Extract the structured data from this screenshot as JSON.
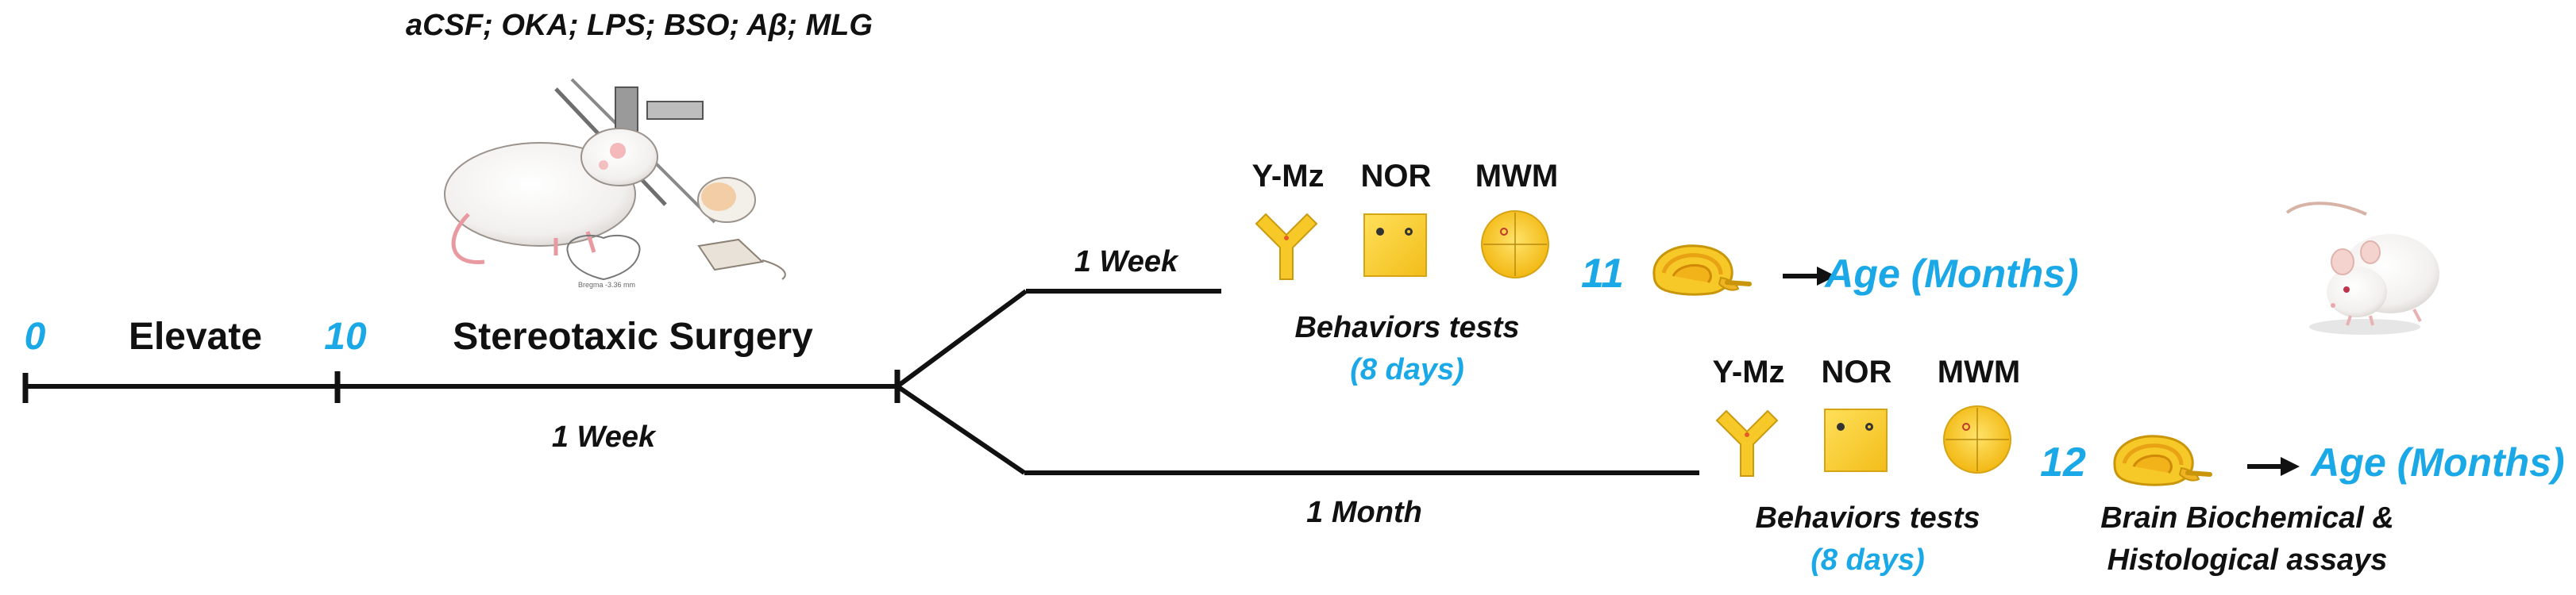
{
  "drugs_label": "aCSF; OKA; LPS; BSO; Aβ; MLG",
  "timeline": {
    "start_num": "0",
    "elevate_label": "Elevate",
    "mid_num": "10",
    "surgery_label": "Stereotaxic Surgery",
    "surgery_interval": "1 Week"
  },
  "branch_top": {
    "interval": "1 Week",
    "tests": [
      "Y-Mz",
      "NOR",
      "MWM"
    ],
    "behaviors_label": "Behaviors tests",
    "days_label": "(8 days)",
    "age_num": "11",
    "age_label": "Age (Months)"
  },
  "branch_bottom": {
    "interval": "1 Month",
    "tests": [
      "Y-Mz",
      "NOR",
      "MWM"
    ],
    "behaviors_label": "Behaviors tests",
    "days_label": "(8 days)",
    "age_num": "12",
    "age_label": "Age (Months)",
    "assay_line1": "Brain Biochemical &",
    "assay_line2": "Histological assays"
  },
  "colors": {
    "accent_blue": "#1BA8E6",
    "yellow": "#F7C928",
    "line": "#111111"
  },
  "icons": [
    "rat-surgery-illustration",
    "y-maze-icon",
    "nor-box-icon",
    "mwm-pool-icon",
    "rat-brain-icon",
    "arrow-icon",
    "white-rat-photo"
  ]
}
